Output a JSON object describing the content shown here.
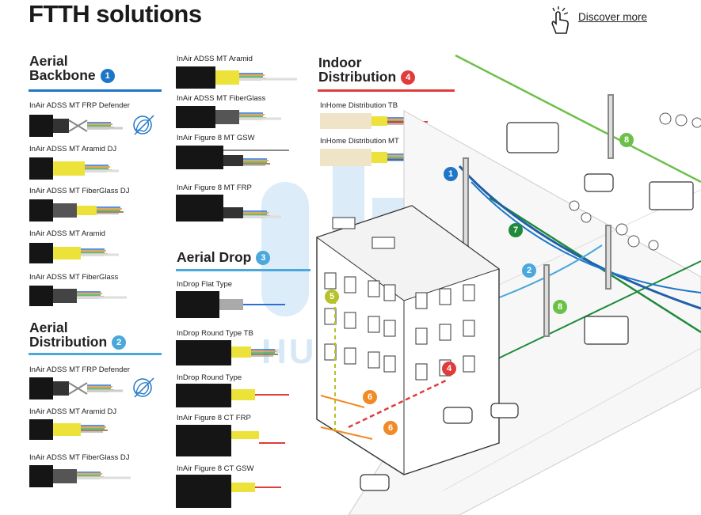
{
  "header": {
    "title": "FTTH solutions",
    "discover_label": "Discover more"
  },
  "colors": {
    "blue": "#1f76c8",
    "light_blue": "#4aa8dc",
    "red": "#e03c3c",
    "dark_green": "#1e8a3a",
    "green": "#6cc04a",
    "orange": "#f08a24",
    "yellow_green": "#b5c228",
    "fiber_yellow": "#e8e840"
  },
  "sections": {
    "aerial_backbone": {
      "title_1": "Aerial",
      "title_2": "Backbone",
      "badge": "1",
      "items": [
        "InAir ADSS MT FRP Defender",
        "InAir ADSS MT Aramid DJ",
        "InAir ADSS MT FiberGlass DJ",
        "InAir ADSS MT Aramid",
        "InAir ADSS MT FiberGlass"
      ]
    },
    "aerial_backbone_col2": {
      "items": [
        "InAir ADSS MT Aramid",
        "InAir ADSS MT FiberGlass",
        "InAir Figure 8 MT GSW",
        "InAir Figure 8 MT FRP"
      ]
    },
    "aerial_distribution": {
      "title_1": "Aerial",
      "title_2": "Distribution",
      "badge": "2",
      "items": [
        "InAir ADSS MT FRP Defender",
        "InAir ADSS MT Aramid DJ",
        "InAir ADSS MT FiberGlass DJ"
      ]
    },
    "aerial_drop": {
      "title": "Aerial Drop",
      "badge": "3",
      "items": [
        "InDrop Flat Type",
        "InDrop Round Type TB",
        "InDrop Round Type",
        "InAir Figure 8 CT FRP",
        "InAir Figure 8 CT GSW"
      ]
    },
    "indoor_distribution": {
      "title_1": "Indoor",
      "title_2": "Distribution",
      "badge": "4",
      "items": [
        "InHome Distribution TB",
        "InHome Distribution MT"
      ]
    }
  },
  "map_markers": {
    "m1": "1",
    "m2": "2",
    "m4": "4",
    "m5": "5",
    "m6a": "6",
    "m6b": "6",
    "m7": "7",
    "m8a": "8",
    "m8b": "8"
  },
  "icons": {
    "hand": "tap-hand-icon",
    "squirrel": "squirrel-defender-icon",
    "registered": "®"
  }
}
